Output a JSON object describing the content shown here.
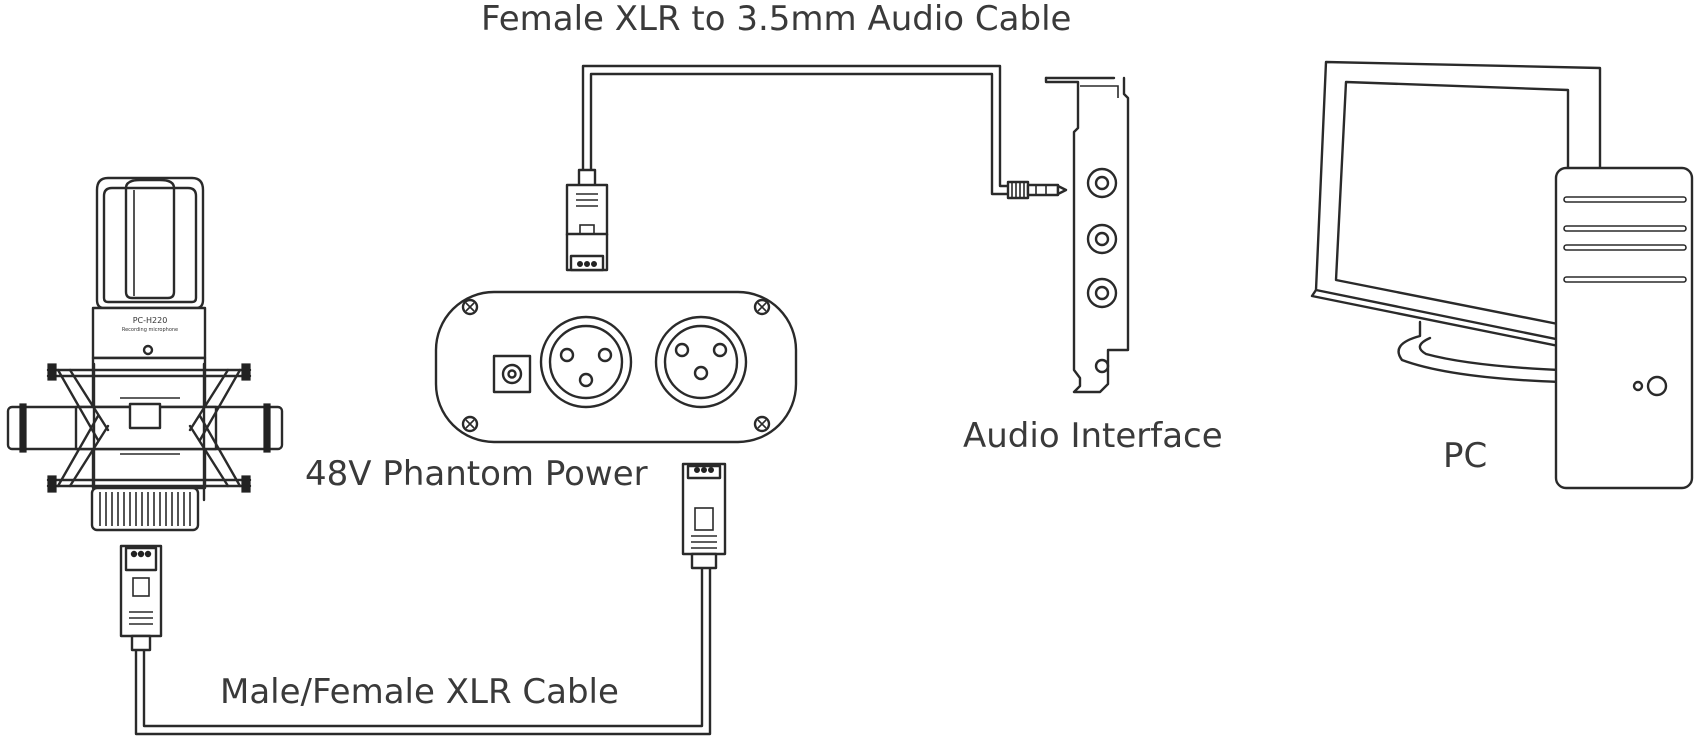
{
  "labels": {
    "audio_cable": "Female XLR to 3.5mm Audio Cable",
    "audio_interface": "Audio Interface",
    "pc": "PC",
    "phantom_power": "48V Phantom Power",
    "xlr_cable": "Male/Female XLR Cable"
  },
  "mic": {
    "model": "PC-H220",
    "subtitle": "Recording microphone"
  }
}
